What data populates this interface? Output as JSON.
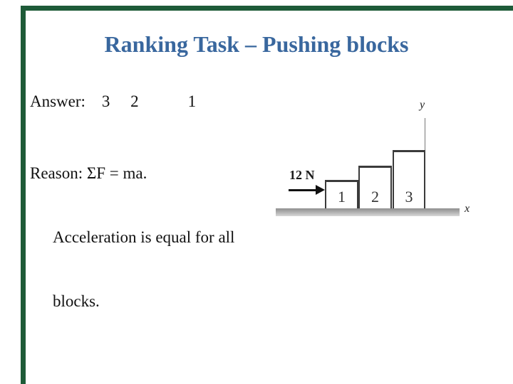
{
  "slide": {
    "title": "Ranking Task – Pushing blocks",
    "colors": {
      "background": "#FFFFFF",
      "title_text": "#39679E",
      "border_accent": "#1E5B38",
      "body_text": "#111111",
      "ground_gray": "#A8A8A8"
    }
  },
  "body": {
    "answer": "Answer:    3     2            1",
    "reason_lines": [
      "Reason: ΣF = ma.",
      "Acceleration is equal for all",
      "blocks."
    ]
  },
  "diagram": {
    "force_label": "12 N",
    "block_labels": [
      "1",
      "2",
      "3"
    ],
    "x_axis_label": "x",
    "y_axis_label": "y"
  }
}
